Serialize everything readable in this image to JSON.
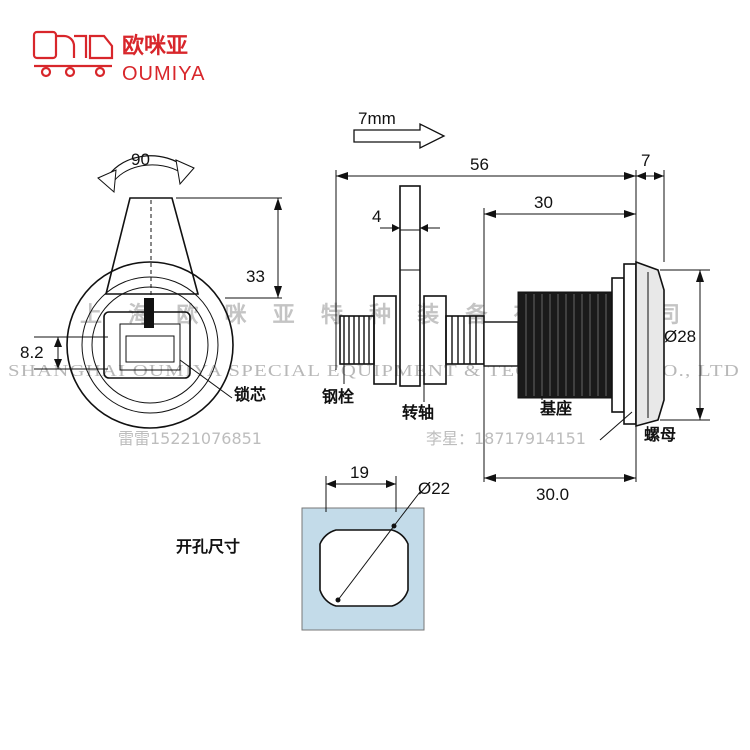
{
  "brand": {
    "name_cn": "欧咪亚",
    "name_en": "OUMIYA"
  },
  "dimensions": {
    "rotation": "90",
    "height": "33",
    "offset": "8.2",
    "travel": "7mm",
    "total_length": "56",
    "nut_thickness": "7",
    "shaft_width": "4",
    "body_length": "30",
    "diameter": "Ø28",
    "base_length": "30.0",
    "cutout_width": "19",
    "cutout_diameter": "Ø22"
  },
  "labels": {
    "lock_core": "锁芯",
    "steel_bolt": "钢栓",
    "shaft": "转轴",
    "base": "基座",
    "nut": "螺母",
    "cutout_size": "开孔尺寸"
  },
  "watermark": {
    "company_cn": "上海欧咪亚特种装备有限公司",
    "company_en": "SHANGHAI OUMIYA SPECIAL EQUIPMENT & TECHNOLOGY CO., LTD",
    "contact1": "雷雷15221076851",
    "contact2": "李星：18717914151"
  },
  "colors": {
    "brand_red": "#d8262b",
    "cutout_fill": "#c3dbe9"
  }
}
